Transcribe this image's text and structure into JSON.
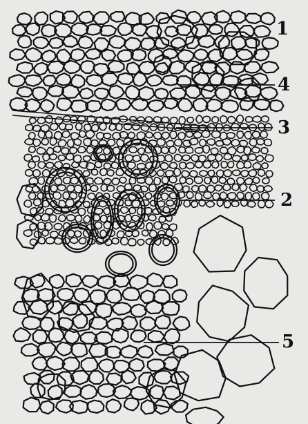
{
  "figure": {
    "labels": [
      "1",
      "2",
      "3",
      "4",
      "5"
    ]
  },
  "colors": {
    "background": "#e9e9e7",
    "ink": "#111111"
  }
}
